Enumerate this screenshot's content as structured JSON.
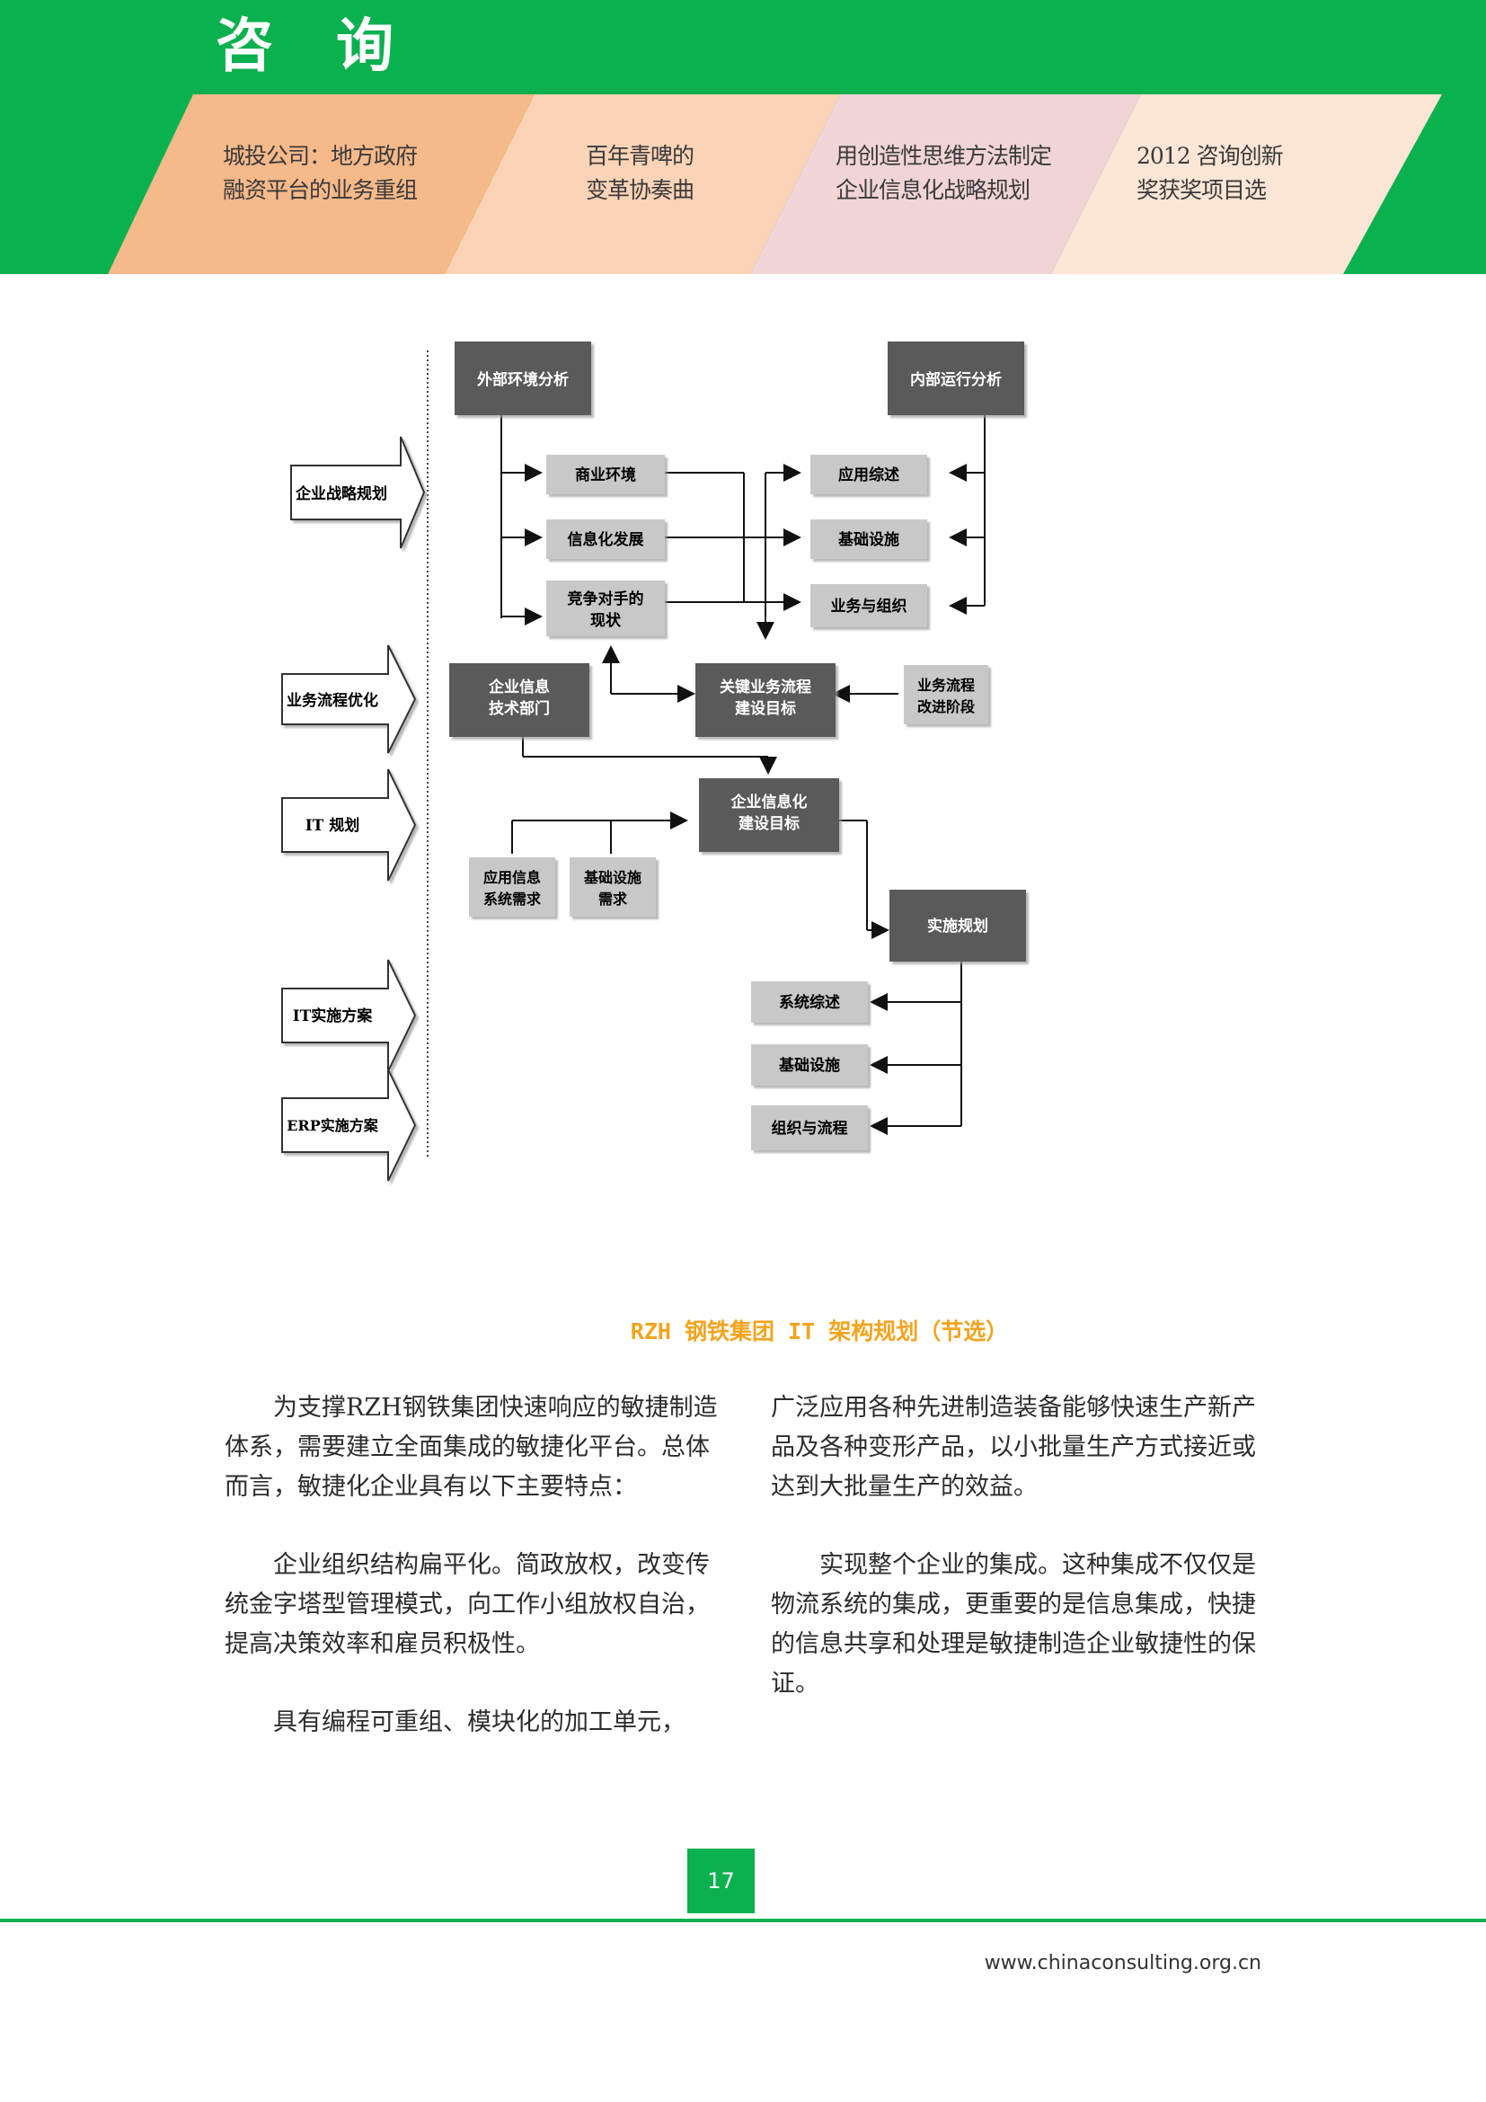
{
  "header": {
    "section_title": "咨询",
    "tabs": [
      {
        "label": "城投公司：地方政府\n融资平台的业务重组",
        "color": "#f6b98a"
      },
      {
        "label": "百年青啤的\n变革协奏曲",
        "color": "#fbd3b6"
      },
      {
        "label": "用创造性思维方法制定\n企业信息化战略规划",
        "color": "#f1d4d6"
      },
      {
        "label": "2012 咨询创新\n奖获奖项目选",
        "color": "#fde6d6"
      }
    ]
  },
  "diagram": {
    "phases": [
      "企业战略规划",
      "业务流程优化",
      "IT 规划",
      "IT实施方案",
      "ERP实施方案"
    ],
    "external_analysis": "外部环境分析",
    "internal_analysis": "内部运行分析",
    "external_items": [
      "商业环境",
      "信息化发展",
      "竞争对手的\n现状"
    ],
    "internal_items": [
      "应用综述",
      "基础设施",
      "业务与组织"
    ],
    "it_department": "企业信息\n技术部门",
    "key_process_goal": "关键业务流程\n建设目标",
    "process_improvement": "业务流程\n改进阶段",
    "info_goal": "企业信息化\n建设目标",
    "app_req": "应用信息\n系统需求",
    "infra_req": "基础设施\n需求",
    "implementation_plan": "实施规划",
    "impl_items": [
      "系统综述",
      "基础设施",
      "组织与流程"
    ]
  },
  "caption": "RZH 钢铁集团 IT 架构规划（节选）",
  "body": {
    "left": [
      "为支撑RZH钢铁集团快速响应的敏捷制造体系，需要建立全面集成的敏捷化平台。总体而言，敏捷化企业具有以下主要特点：",
      "企业组织结构扁平化。简政放权，改变传统金字塔型管理模式，向工作小组放权自治，提高决策效率和雇员积极性。",
      "具有编程可重组、模块化的加工单元，"
    ],
    "right": [
      "广泛应用各种先进制造装备能够快速生产新产品及各种变形产品，以小批量生产方式接近或达到大批量生产的效益。",
      "实现整个企业的集成。这种集成不仅仅是物流系统的集成，更重要的是信息集成，快捷的信息共享和处理是敏捷制造企业敏捷性的保证。"
    ]
  },
  "page_number": "17",
  "footer_url": "www.chinaconsulting.org.cn",
  "colors": {
    "brand_green": "#0bb04f",
    "caption_orange": "#f2a41f",
    "dark_box": "#5a5a5a",
    "light_box": "#c8c8c8"
  }
}
